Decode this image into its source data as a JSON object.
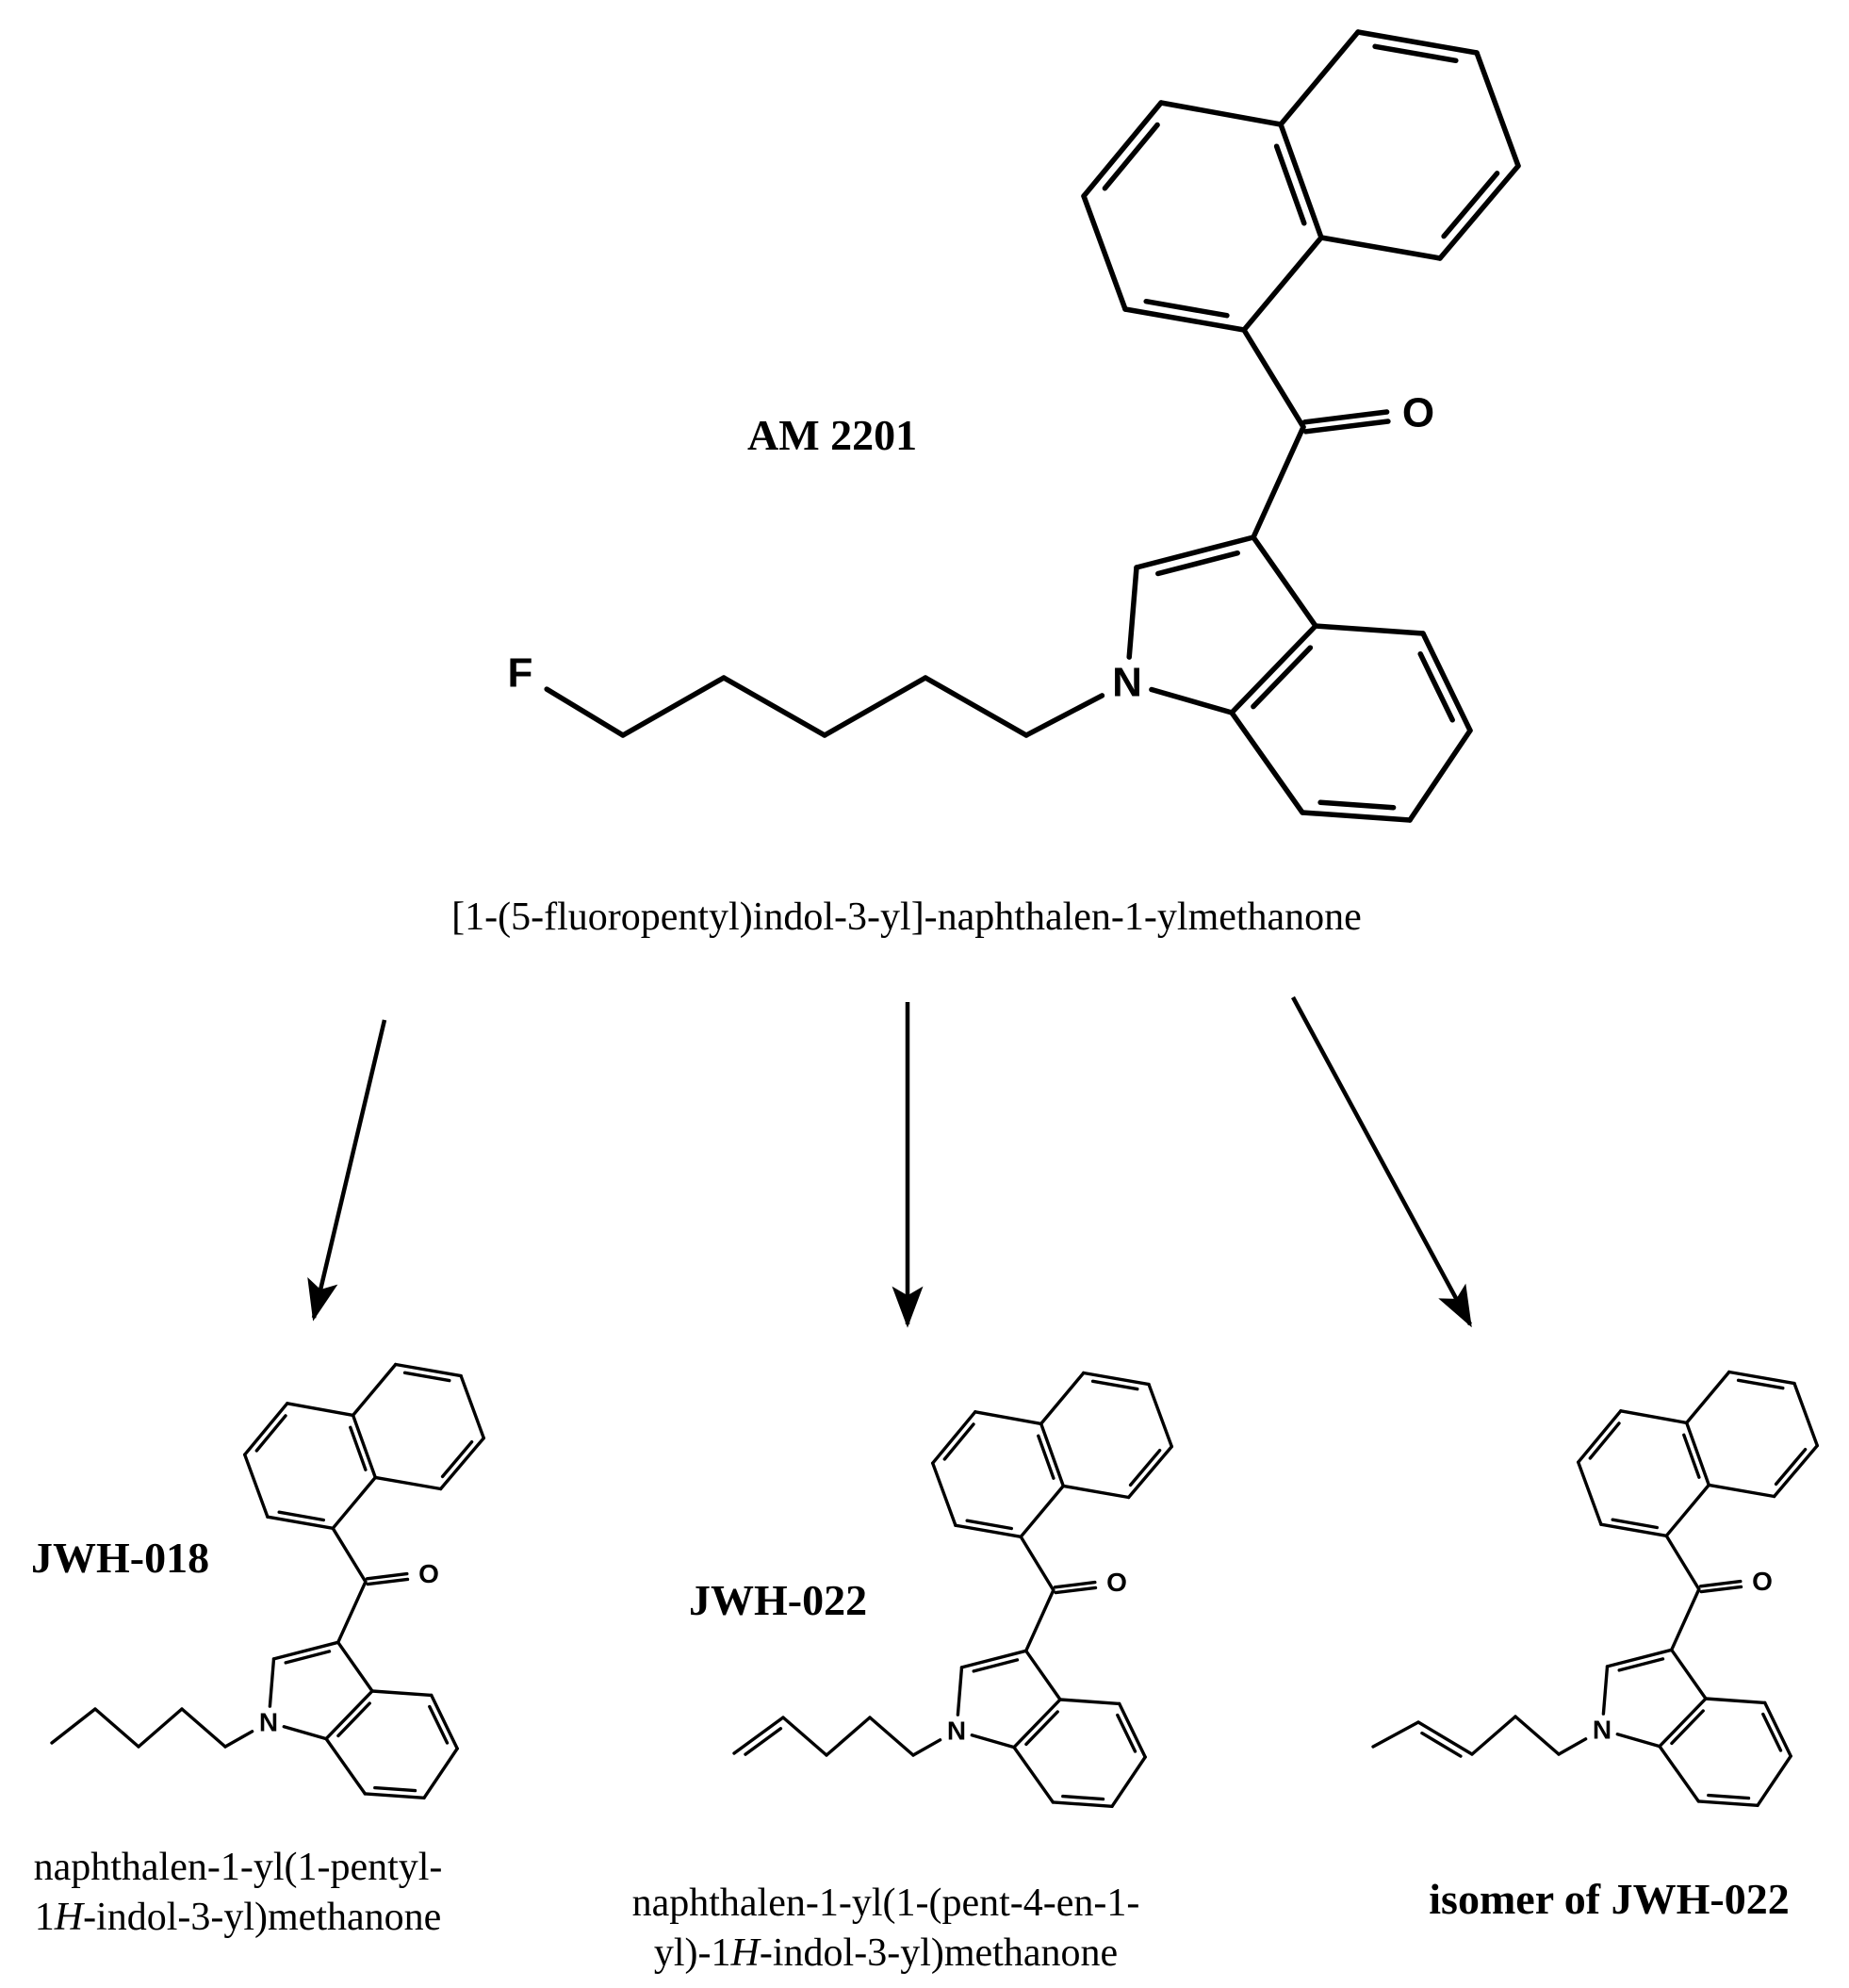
{
  "figure": {
    "background": "#ffffff",
    "ink": "#000000"
  },
  "atoms": {
    "fluorine": "F",
    "nitrogen": "N",
    "oxygen": "O"
  },
  "molecules": [
    {
      "id": "am-2201",
      "label": "AM 2201",
      "caption": "[1-(5-fluoropentyl)indol-3-yl]-naphthalen-1-ylmethanone"
    },
    {
      "id": "jwh-018",
      "label": "JWH-018",
      "caption_line1": "naphthalen-1-yl(1-pentyl-",
      "caption_line2_pre": "1",
      "caption_line2_italic": "H",
      "caption_line2_post": "-indol-3-yl)methanone"
    },
    {
      "id": "jwh-022",
      "label": "JWH-022",
      "caption_line1": "naphthalen-1-yl(1-(pent-4-en-1-",
      "caption_line2_pre": "yl)-1",
      "caption_line2_italic": "H",
      "caption_line2_post": "-indol-3-yl)methanone"
    },
    {
      "id": "isomer-of-jwh-022",
      "label": "isomer of JWH-022"
    }
  ]
}
